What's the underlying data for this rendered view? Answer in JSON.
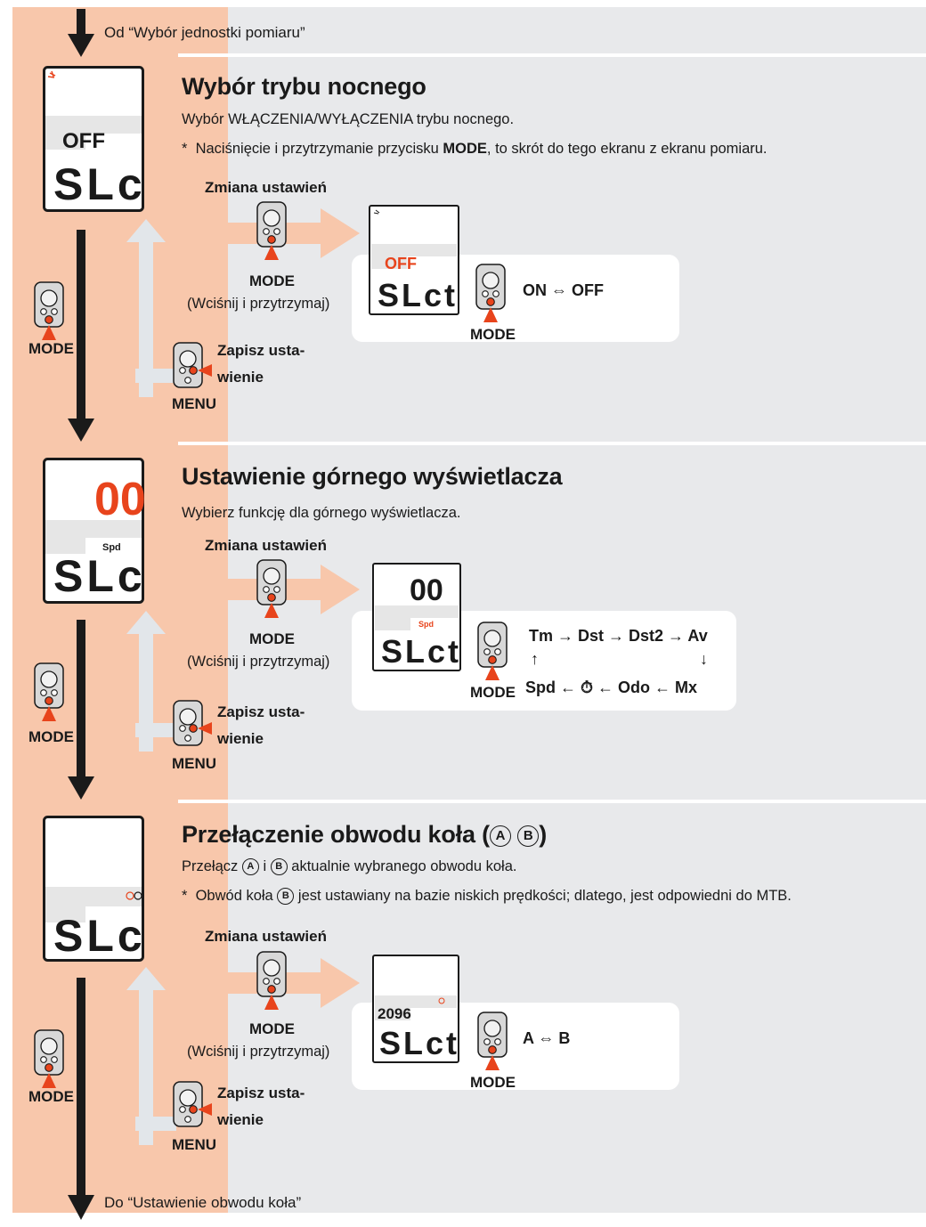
{
  "nav": {
    "top": "Od “Wybór jednostki pomiaru”",
    "bottom": "Do “Ustawienie obwodu koła”"
  },
  "common": {
    "change": "Zmiana ustawień",
    "mode": "MODE",
    "hold": "(Wciśnij i przytrzymaj)",
    "save_1": "Zapisz usta-",
    "save_2": "wienie",
    "menu": "MENU",
    "slct": "SLct"
  },
  "sections": [
    {
      "title": "Wybór trybu nocnego",
      "description": "Wybór WŁĄCZENIA/WYŁĄCZENIA trybu nocnego.",
      "note_star": "*",
      "note_a": "Naciśnięcie i przytrzymanie przycisku ",
      "note_bold": "MODE",
      "note_b": ", to skrót do tego ekranu z ekranu pomiaru.",
      "display_value": "OFF",
      "option": "ON ⇔ OFF"
    },
    {
      "title": "Ustawienie górnego wyświetlacza",
      "description": "Wybierz funkcję dla górnego wyświetlacza.",
      "display_value": "00",
      "display_label": "Spd",
      "cycle_row1": "Tm → Dst → Dst2 → Av",
      "cycle_up": "↑",
      "cycle_down": "↓",
      "cycle_row2": "Spd ← ⏱ ← Odo ← Mx"
    },
    {
      "title_pre": "Przełączenie obwodu koła (",
      "title_post": ")",
      "circle_a": "A",
      "circle_b": "B",
      "desc_pre": "Przełącz ",
      "desc_mid": " i ",
      "desc_post": " aktualnie wybranego obwodu koła.",
      "note_star": "*",
      "note_pre": "Obwód koła ",
      "note_post": " jest ustawiany na bazie niskich prędkości; dlatego, jest odpowiedni do MTB.",
      "display_value": "2096",
      "option": "A ⇔ B"
    }
  ],
  "colors": {
    "accent_orange": "#e8441c",
    "panel_orange": "#f8c7ab",
    "panel_gray": "#e8e9eb"
  }
}
